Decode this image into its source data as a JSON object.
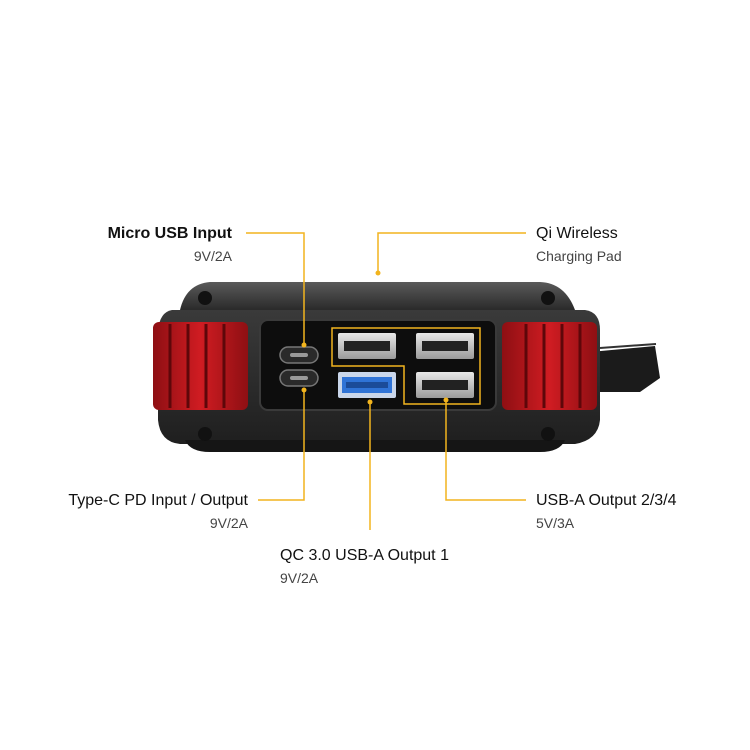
{
  "labels": {
    "micro_usb": {
      "title": "Micro USB Input",
      "spec": "9V/2A"
    },
    "qi_wireless": {
      "title": "Qi Wireless",
      "spec": "Charging Pad"
    },
    "type_c": {
      "title": "Type-C PD Input / Output",
      "spec": "9V/2A"
    },
    "qc_usb_a": {
      "title": "QC 3.0 USB-A Output 1",
      "spec": "9V/2A"
    },
    "usb_a": {
      "title": "USB-A Output 2/3/4",
      "spec": "5V/3A"
    }
  },
  "colors": {
    "leader": "#f2b41e",
    "body": "#2b2b2b",
    "bumper": "#c4161c",
    "port_panel": "#0d0d0d",
    "qc_port": "#2f73d6"
  },
  "icons": [
    "micro-usb-port",
    "usb-c-port",
    "usb-a-port",
    "qc-usb-a-port"
  ]
}
